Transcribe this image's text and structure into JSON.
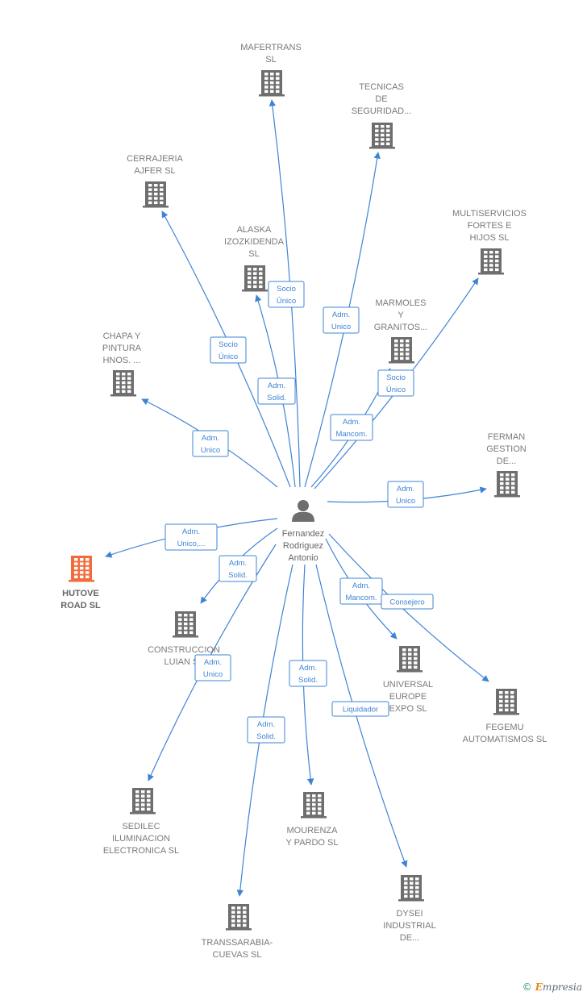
{
  "person": {
    "name_lines": [
      "Fernandez",
      "Rodriguez",
      "Antonio"
    ]
  },
  "colors": {
    "edge": "#3f84d4",
    "building": "#6e6e6e",
    "highlight": "#f26b3a"
  },
  "companies": [
    {
      "id": "mafertrans",
      "lines": [
        "MAFERTRANS",
        "SL"
      ],
      "highlight": false
    },
    {
      "id": "tecnicas",
      "lines": [
        "TECNICAS",
        "DE",
        "SEGURIDAD..."
      ],
      "highlight": false
    },
    {
      "id": "cerrajeria",
      "lines": [
        "CERRAJERIA",
        "AJFER  SL"
      ],
      "highlight": false
    },
    {
      "id": "multiservicios",
      "lines": [
        "MULTISERVICIOS",
        "FORTES E",
        "HIJOS SL"
      ],
      "highlight": false
    },
    {
      "id": "alaska",
      "lines": [
        "ALASKA",
        "IZOZKIDENDA",
        "SL"
      ],
      "highlight": false
    },
    {
      "id": "marmoles",
      "lines": [
        "MARMOLES",
        "Y",
        "GRANITOS..."
      ],
      "highlight": false
    },
    {
      "id": "chapa",
      "lines": [
        "CHAPA Y",
        "PINTURA",
        "HNOS. ..."
      ],
      "highlight": false
    },
    {
      "id": "ferman",
      "lines": [
        "FERMAN",
        "GESTION",
        "DE..."
      ],
      "highlight": false
    },
    {
      "id": "hutove",
      "lines": [
        "HUTOVE",
        "ROAD  SL"
      ],
      "highlight": true
    },
    {
      "id": "construccion",
      "lines": [
        "CONSTRUCCION",
        "LUIAN  SL"
      ],
      "highlight": false
    },
    {
      "id": "universal",
      "lines": [
        "UNIVERSAL",
        "EUROPE",
        "EXPO  SL"
      ],
      "highlight": false
    },
    {
      "id": "fegemu",
      "lines": [
        "FEGEMU",
        "AUTOMATISMOS SL"
      ],
      "highlight": false
    },
    {
      "id": "sedilec",
      "lines": [
        "SEDILEC",
        "ILUMINACION",
        "ELECTRONICA SL"
      ],
      "highlight": false
    },
    {
      "id": "mourenza",
      "lines": [
        "MOURENZA",
        "Y PARDO SL"
      ],
      "highlight": false
    },
    {
      "id": "dysei",
      "lines": [
        "DYSEI",
        "INDUSTRIAL",
        "DE..."
      ],
      "highlight": false
    },
    {
      "id": "transsarabia",
      "lines": [
        "TRANSSARABIA-",
        "CUEVAS  SL"
      ],
      "highlight": false
    }
  ],
  "relations": [
    {
      "target": "mafertrans",
      "roles": [
        "Socio",
        "Único"
      ]
    },
    {
      "target": "tecnicas",
      "roles": [
        "Adm.",
        "Unico"
      ]
    },
    {
      "target": "cerrajeria",
      "roles": [
        "Socio",
        "Único"
      ]
    },
    {
      "target": "multiservicios",
      "roles": [
        "Socio",
        "Único"
      ]
    },
    {
      "target": "alaska",
      "roles": [
        "Adm.",
        "Solid."
      ]
    },
    {
      "target": "marmoles",
      "roles": [
        "Adm.",
        "Mancom."
      ]
    },
    {
      "target": "chapa",
      "roles": [
        "Adm.",
        "Unico"
      ]
    },
    {
      "target": "ferman",
      "roles": [
        "Adm.",
        "Unico"
      ]
    },
    {
      "target": "hutove",
      "roles": [
        "Adm.",
        "Unico,..."
      ]
    },
    {
      "target": "construccion",
      "roles": [
        "Adm.",
        "Solid."
      ]
    },
    {
      "target": "universal",
      "roles": [
        "Adm.",
        "Mancom."
      ]
    },
    {
      "target": "fegemu",
      "roles": [
        "Consejero"
      ]
    },
    {
      "target": "sedilec",
      "roles": [
        "Adm.",
        "Unico"
      ]
    },
    {
      "target": "mourenza",
      "roles": [
        "Adm.",
        "Solid."
      ]
    },
    {
      "target": "dysei",
      "roles": [
        "Liquidador"
      ]
    },
    {
      "target": "transsarabia",
      "roles": [
        "Adm.",
        "Solid."
      ]
    }
  ],
  "footer": {
    "copyright_symbol": "©",
    "brand_initial": "E",
    "brand_rest": "mpresia"
  }
}
